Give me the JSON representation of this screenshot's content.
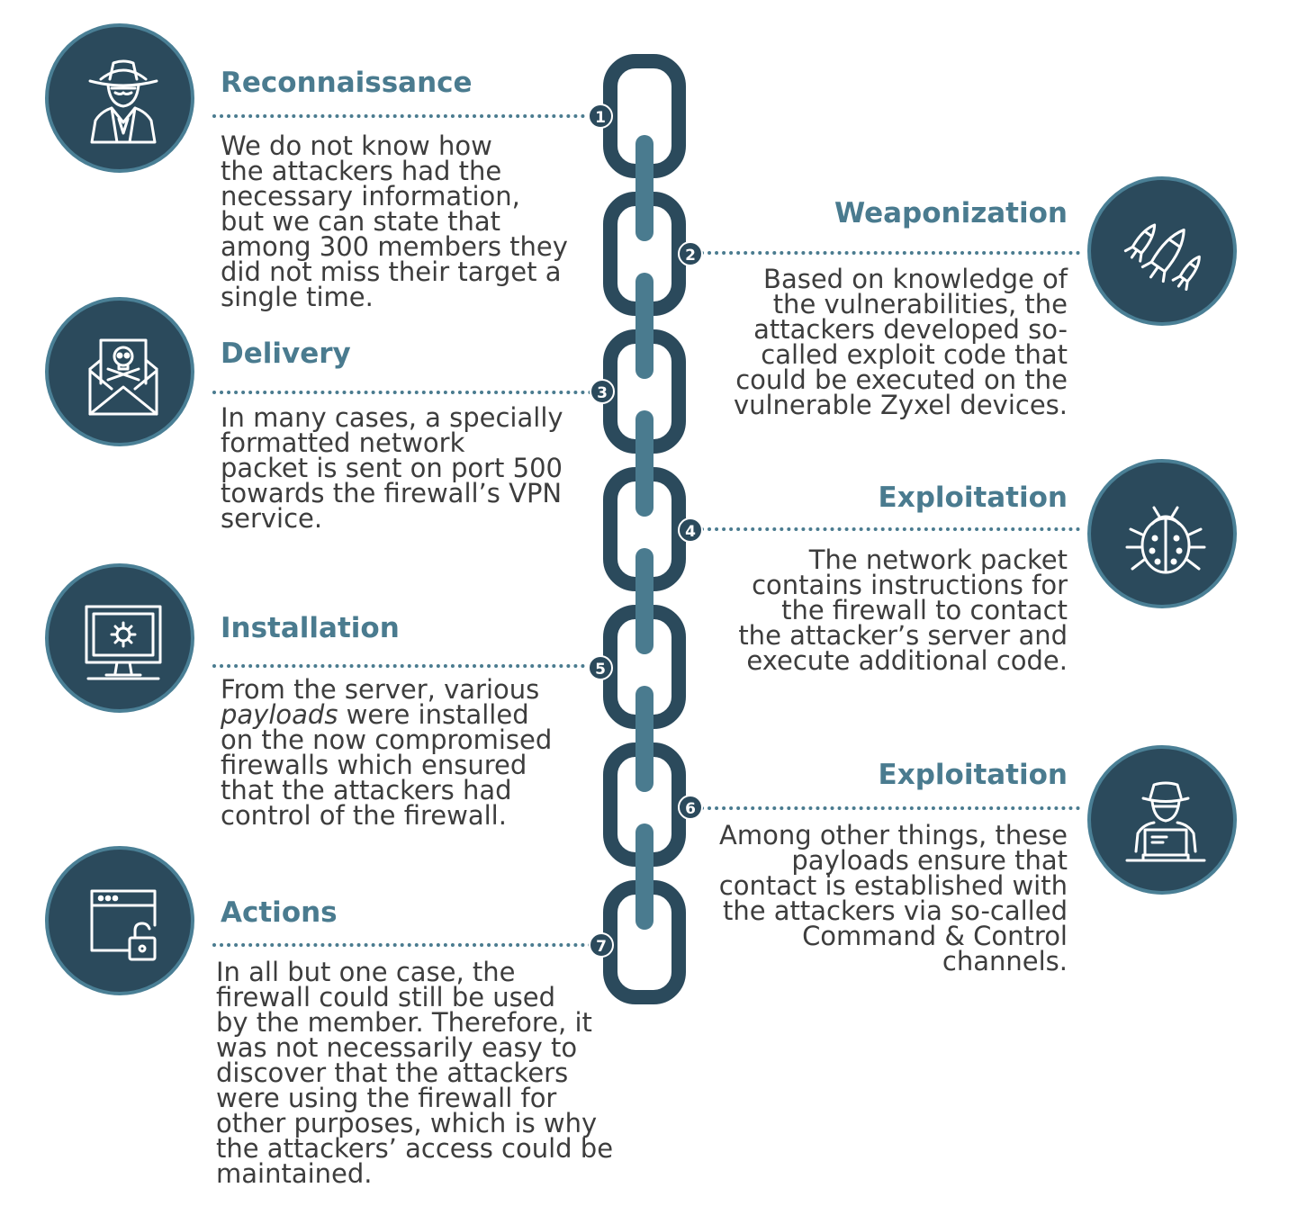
{
  "steps": [
    {
      "number": "1",
      "title": "Reconnaissance",
      "icon": "spy-icon",
      "side": "left",
      "lines": [
        "We do not know how",
        "the attackers had the",
        "necessary information,",
        "but we can state that",
        "among 300 members they",
        "did not miss their target a",
        "single time."
      ]
    },
    {
      "number": "2",
      "title": "Weaponization",
      "icon": "missiles-icon",
      "side": "right",
      "lines": [
        "Based on knowledge of",
        "the vulnerabilities, the",
        "attackers developed so-",
        "called exploit code that",
        "could be executed on the",
        "vulnerable Zyxel devices."
      ]
    },
    {
      "number": "3",
      "title": "Delivery",
      "icon": "envelope-skull-icon",
      "side": "left",
      "lines": [
        "In many cases, a specially",
        "formatted network",
        "packet is sent on port 500",
        "towards the firewall’s VPN",
        "service."
      ]
    },
    {
      "number": "4",
      "title": "Exploitation",
      "icon": "bug-icon",
      "side": "right",
      "lines": [
        "The network packet",
        "contains instructions for",
        "the firewall to contact",
        "the attacker’s server and",
        "execute additional code."
      ]
    },
    {
      "number": "5",
      "title": "Installation",
      "icon": "monitor-virus-icon",
      "side": "left",
      "line1_italic": "payloads",
      "line1_rest": " were installed",
      "lines": [
        "From the server, various",
        "",
        "on the now compromised",
        "firewalls which ensured",
        "that the attackers had",
        "control of the firewall."
      ]
    },
    {
      "number": "6",
      "title": "Exploitation",
      "icon": "hacker-laptop-icon",
      "side": "right",
      "lines": [
        "Among other things, these",
        "payloads ensure that",
        "contact is established with",
        "the attackers via so-called",
        "Command & Control",
        "channels."
      ]
    },
    {
      "number": "7",
      "title": "Actions",
      "icon": "browser-unlock-icon",
      "side": "left",
      "lines": [
        "In all but one case, the",
        "firewall could still be used",
        "by the member. Therefore, it",
        "was not necessarily easy to",
        "discover that the attackers",
        "were using the firewall for",
        "other purposes, which is why",
        "the attackers’ access could be",
        "maintained."
      ]
    }
  ],
  "colors": {
    "circle": "#2b4a5c",
    "circle_ring": "#4a7f95",
    "title": "#4a7b8f",
    "chain_dark": "#2b4a5c",
    "chain_light": "#4a7b8f",
    "body_text": "#3d3d3d"
  }
}
